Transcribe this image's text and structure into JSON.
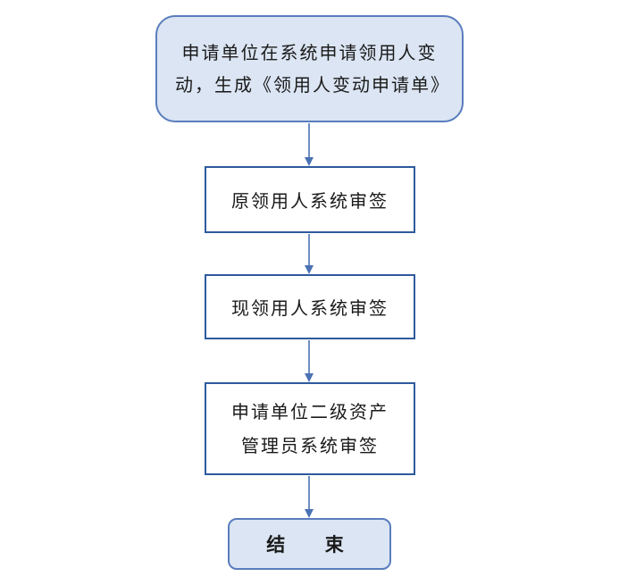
{
  "flowchart": {
    "start": {
      "line1": "申请单位在系统申请领用人变",
      "line2": "动，生成《领用人变动申请单》"
    },
    "step1": {
      "label": "原领用人系统审签"
    },
    "step2": {
      "label": "现领用人系统审签"
    },
    "step3": {
      "line1": "申请单位二级资产",
      "line2": "管理员系统审签"
    },
    "end": {
      "label": "结  束"
    }
  },
  "colors": {
    "rounded_fill": "#dbe5f3",
    "rounded_border": "#5a7dbd",
    "box_border": "#2e5a9e",
    "arrow": "#4a72b4"
  }
}
